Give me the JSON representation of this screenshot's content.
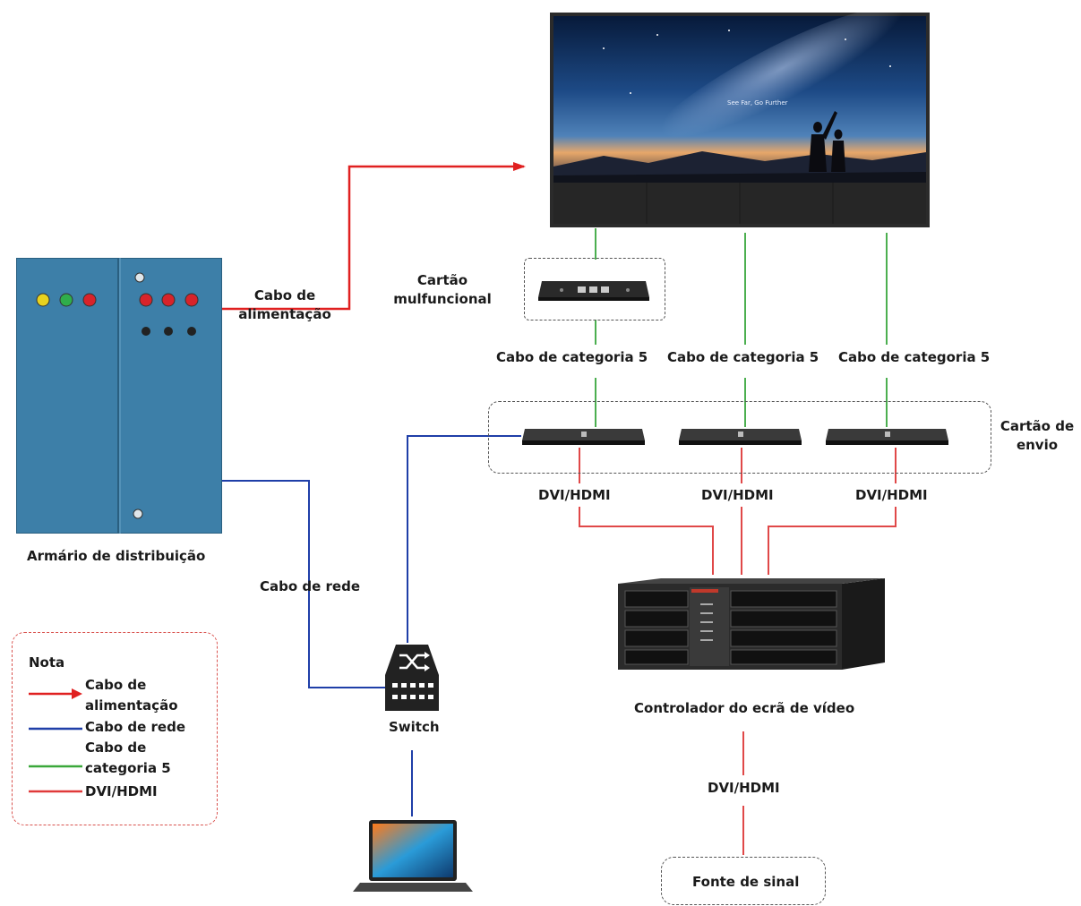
{
  "labels": {
    "power_cable": [
      "Cabo de",
      "alimentação"
    ],
    "multifunction_card": [
      "Cartão",
      "mulfuncional"
    ],
    "cat5_1": "Cabo de categoria 5",
    "cat5_2": "Cabo de categoria 5",
    "cat5_3": "Cabo de categoria 5",
    "sending_card": [
      "Cartão de",
      "envio"
    ],
    "dvi_1": "DVI/HDMI",
    "dvi_2": "DVI/HDMI",
    "dvi_3": "DVI/HDMI",
    "dvi_4": "DVI/HDMI",
    "distribution_cabinet": "Armário de distribuição",
    "network_cable": "Cabo de rede",
    "switch": "Switch",
    "video_controller": "Controlador do ecrã de vídeo",
    "signal_source": "Fonte de sinal",
    "screen_caption": "See Far, Go Further"
  },
  "legend": {
    "title": "Nota",
    "items": [
      {
        "lines": [
          "Cabo de",
          "alimentação"
        ],
        "color": "#e02020",
        "arrow": true
      },
      {
        "lines": [
          "Cabo de rede"
        ],
        "color": "#1f3fa8",
        "arrow": false
      },
      {
        "lines": [
          "Cabo de",
          "categoria 5"
        ],
        "color": "#3aa83a",
        "arrow": false
      },
      {
        "lines": [
          "DVI/HDMI"
        ],
        "color": "#e03a3a",
        "arrow": false
      }
    ]
  },
  "colors": {
    "power": "#e02020",
    "network": "#1f3fa8",
    "cat5": "#4caf50",
    "dvi": "#e04848",
    "cabinet": "#3d7fa8"
  }
}
